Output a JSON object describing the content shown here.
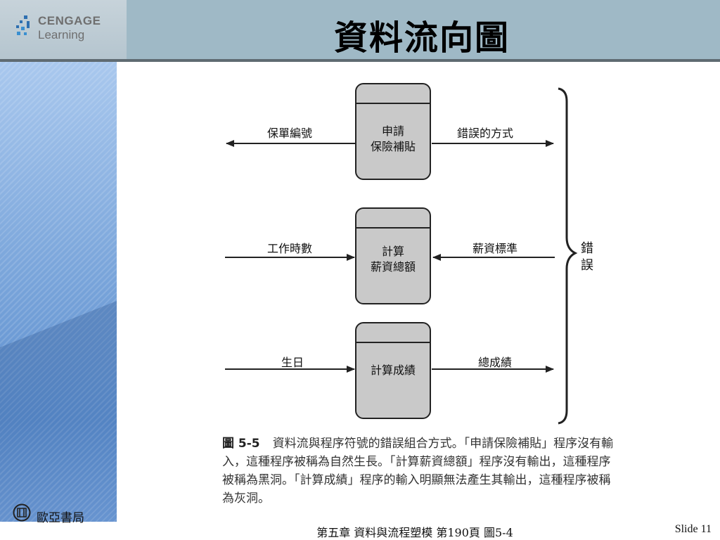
{
  "header": {
    "logo_line1": "CENGAGE",
    "logo_line2": "Learning",
    "title": "資料流向圖"
  },
  "diagram": {
    "processes": [
      {
        "lines": [
          "申請",
          "保險補貼"
        ]
      },
      {
        "lines": [
          "計算",
          "薪資總額"
        ]
      },
      {
        "lines": [
          "計算成績"
        ]
      }
    ],
    "flows": {
      "p1_out_left": "保單編號",
      "p1_out_right": "錯誤的方式",
      "p2_in_left": "工作時數",
      "p2_in_right": "薪資標準",
      "p3_in_left": "生日",
      "p3_out_right": "總成績"
    },
    "brace_label": "錯誤"
  },
  "caption": {
    "figure": "圖 5-5",
    "text": "資料流與程序符號的錯誤組合方式。「申請保險補貼」程序沒有輸入，這種程序被稱為自然生長。「計算薪資總額」程序沒有輸出，這種程序被稱為黑洞。「計算成績」程序的輸入明顯無法產生其輸出，這種程序被稱為灰洞。"
  },
  "footer": {
    "publisher": "歐亞書局",
    "center": "第五章 資料與流程塑模 第190頁 圖5-4",
    "slide": "Slide 11"
  },
  "colors": {
    "header_bg": "#9fb9c6",
    "side_band": "#7ea8dc",
    "process_fill": "#c9c9c9"
  }
}
